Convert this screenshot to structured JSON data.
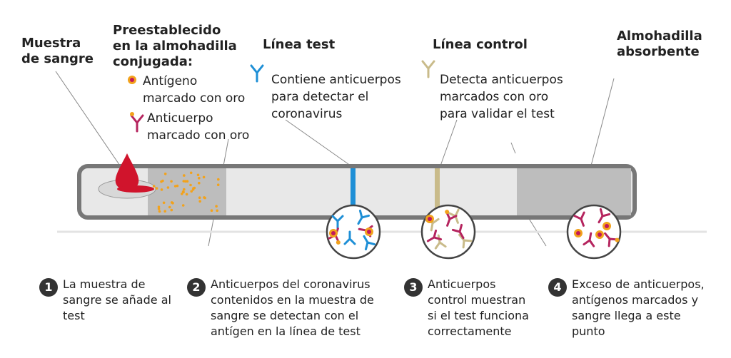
{
  "labels": {
    "sample": "Muestra\nde sangre",
    "conjugate_pad": "Preestablecido\nen la almohadilla\nconjugada:",
    "antigen": "Antígeno\nmarcado con oro",
    "antibody": "Anticuerpo\nmarcado con oro",
    "test_line": "Línea test",
    "test_line_desc": "Contiene anticuerpos\npara detectar el\ncoronavirus",
    "control_line": "Línea control",
    "control_line_desc": "Detecta anticuerpos\nmarcados con oro\npara validar el test",
    "absorbent_pad": "Almohadilla\nabsorbente"
  },
  "steps": [
    {
      "number": "1",
      "text": "La muestra de\nsangre se añade al\ntest"
    },
    {
      "number": "2",
      "text": "Anticuerpos del coronavirus\ncontenidos en la muestra de\nsangre se detectan con el\nantígen en la línea de test"
    },
    {
      "number": "3",
      "text": "Anticuerpos\ncontrol muestran\nsi el test funciona\ncorrectamente"
    },
    {
      "number": "4",
      "text": "Exceso de anticuerpos,\nantígenos marcados y\nsangre llega a este\npunto"
    }
  ],
  "colors": {
    "blood": "#d0142c",
    "antigen_dot": "#f2a21c",
    "antibody_gold": "#b5245e",
    "antibody_blue": "#1e8fd6",
    "antibody_control": "#c9bb8a",
    "strip_frame": "#777777",
    "strip_fill": "#e8e8e8",
    "pad_fill": "#bdbdbd"
  }
}
